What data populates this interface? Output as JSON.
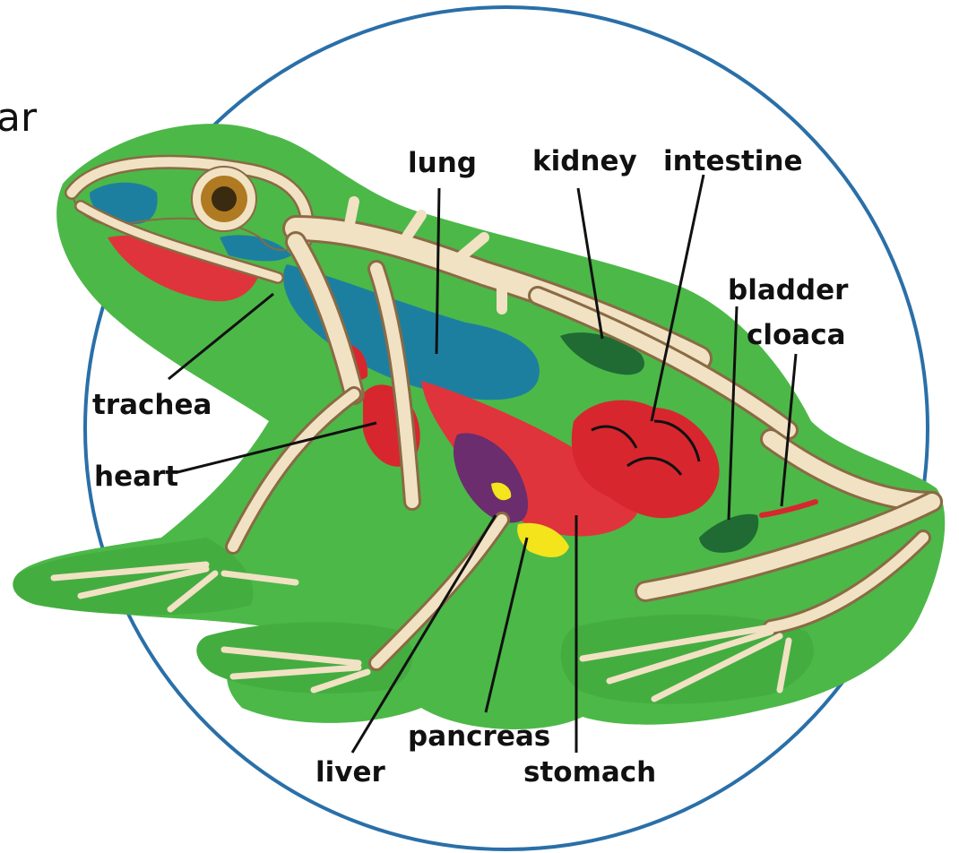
{
  "corner_fragment": "ar",
  "colors": {
    "circle": "#2a6fa8",
    "body": "#4cb848",
    "bone": "#f1e2c4",
    "lung": "#1d7fa0",
    "heart": "#d8262e",
    "liver": "#6b2d6e",
    "pancreas": "#f3e41c",
    "kidney": "#1f6b33"
  },
  "labels": {
    "lung": "lung",
    "kidney": "kidney",
    "intestine": "intestine",
    "bladder": "bladder",
    "cloaca": "cloaca",
    "trachea": "trachea",
    "heart": "heart",
    "liver": "liver",
    "pancreas": "pancreas",
    "stomach": "stomach"
  }
}
